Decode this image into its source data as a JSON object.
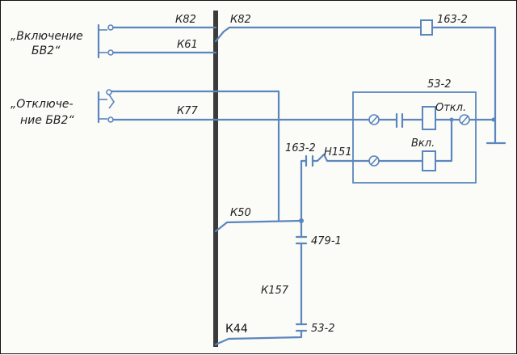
{
  "labels": {
    "k82_left": "К82",
    "k82_right": "К82",
    "k61": "К61",
    "k77": "К77",
    "r163_top": "163-2",
    "r53_box": "53-2",
    "otkl": "Откл.",
    "vkl": "Вкл.",
    "c163": "163-2",
    "h151": "Н151",
    "k50": "К50",
    "c479": "479-1",
    "k157": "К157",
    "c53": "53-2",
    "k44": "К44"
  },
  "buttons": {
    "on": {
      "line1": "„Включение",
      "line2": "БВ2“"
    },
    "off": {
      "line1": "„Отключе-",
      "line2": "ние БВ2“"
    }
  },
  "colors": {
    "wire": "#5b86bd",
    "bus": "#3b3b3b"
  }
}
